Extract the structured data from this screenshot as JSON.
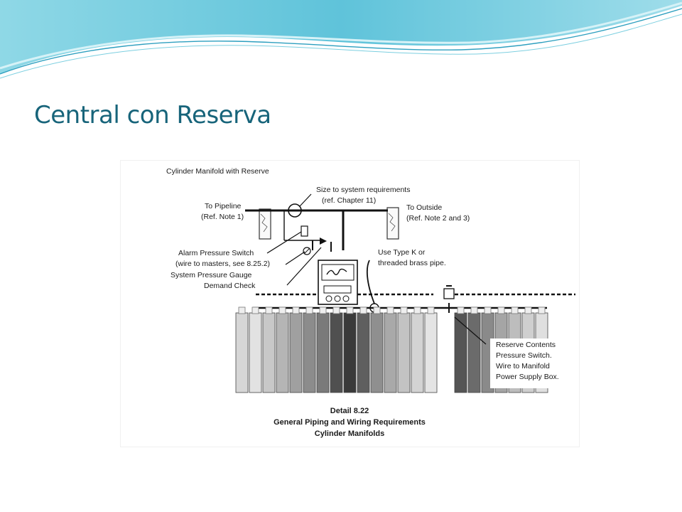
{
  "slide": {
    "title": "Central con Reserva",
    "title_color": "#17647A",
    "accent_colors": [
      "#7FD3E2",
      "#35A9C8",
      "#CDEFF4"
    ]
  },
  "figure": {
    "heading": "Cylinder Manifold with Reserve",
    "labels": {
      "size_req_1": "Size to system requirements",
      "size_req_2": "(ref. Chapter 11)",
      "pipeline_1": "To Pipeline",
      "pipeline_2": "(Ref. Note 1)",
      "outside_1": "To Outside",
      "outside_2": "(Ref. Note 2 and 3)",
      "alarm_1": "Alarm Pressure Switch",
      "alarm_2": "(wire to masters, see  8.25.2)",
      "gauge": "System Pressure Gauge",
      "check": "Demand Check",
      "pipe_1": "Use Type K or",
      "pipe_2": "threaded brass pipe.",
      "reserve_1": "Reserve Contents",
      "reserve_2": "Pressure Switch.",
      "reserve_3": "Wire to Manifold",
      "reserve_4": "Power Supply Box."
    },
    "caption": {
      "line1": "Detail 8.22",
      "line2": "General Piping and Wiring Requirements",
      "line3": "Cylinder Manifolds"
    }
  }
}
